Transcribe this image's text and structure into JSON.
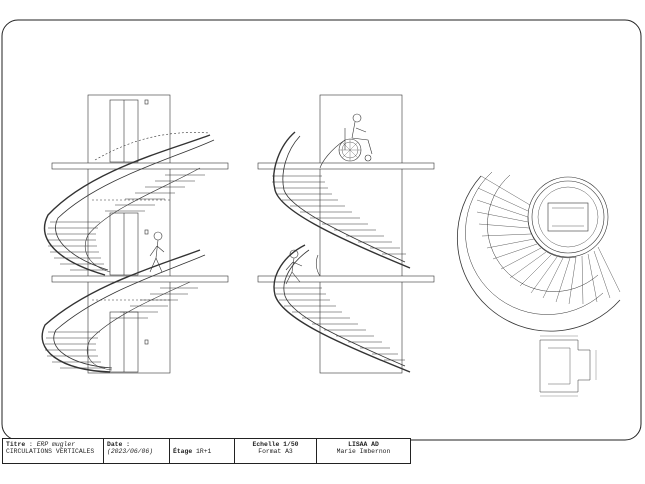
{
  "title_block": {
    "titre_label": "Titre",
    "titre_value": "ERP mugler",
    "subtitle": "CIRCULATIONS VERTICALES",
    "date_label": "Date :",
    "date_value": "(2023/06/06)",
    "etage_label": "Étage",
    "etage_value": "1R+1",
    "echelle": "Echelle 1/50",
    "format": "Format A3",
    "school": "LISAA AD",
    "author": "Marie Imbernon"
  }
}
